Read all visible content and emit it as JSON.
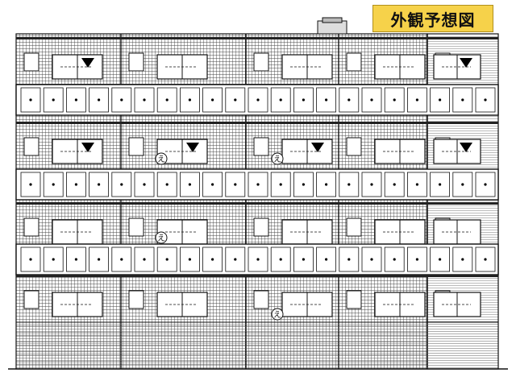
{
  "drawing_label": "外観予想図",
  "building": {
    "floors": 4,
    "units_per_floor": 5,
    "sunshade_windows": [
      {
        "floor": 4,
        "unit": 1
      },
      {
        "floor": 4,
        "unit": 5
      },
      {
        "floor": 3,
        "unit": 1
      },
      {
        "floor": 3,
        "unit": 2
      },
      {
        "floor": 3,
        "unit": 3
      },
      {
        "floor": 3,
        "unit": 5
      }
    ],
    "mark_symbol": "え",
    "colors": {
      "line": "#111111",
      "wall_hatch": "#444444",
      "background": "#ffffff",
      "label_bg": "#f6d24a"
    }
  }
}
